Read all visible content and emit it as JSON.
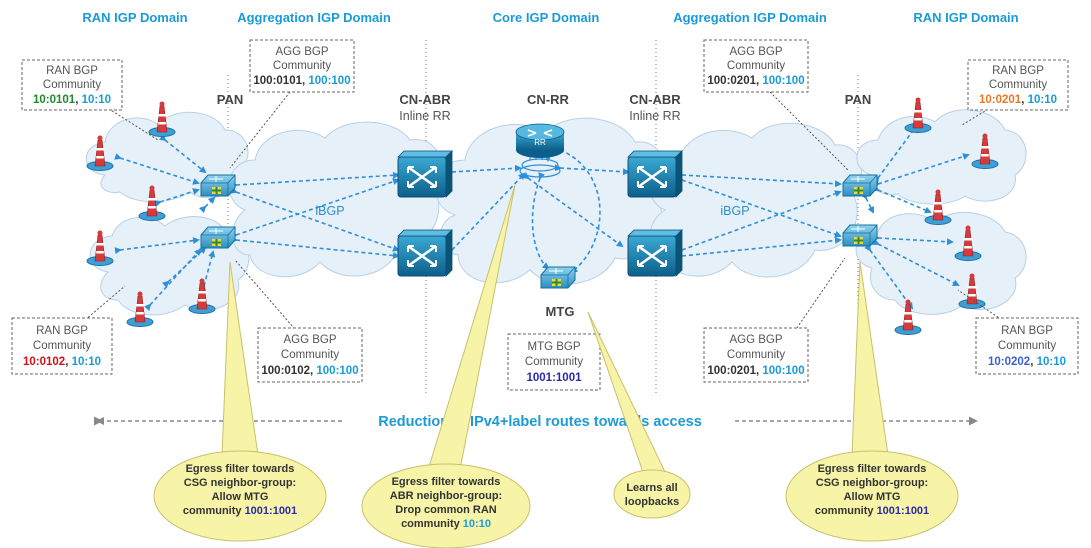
{
  "domains": {
    "ran_left": "RAN IGP Domain",
    "agg_left": "Aggregation IGP Domain",
    "core": "Core IGP Domain",
    "agg_right": "Aggregation IGP Domain",
    "ran_right": "RAN IGP Domain"
  },
  "devices": {
    "pan_left": "PAN",
    "pan_right": "PAN",
    "cn_abr_left": "CN-ABR",
    "cn_abr_left_sub": "Inline RR",
    "cn_rr": "CN-RR",
    "cn_rr_badge": "RR",
    "cn_abr_right": "CN-ABR",
    "cn_abr_right_sub": "Inline RR",
    "mtg": "MTG"
  },
  "ibgp_left": "iBGP",
  "ibgp_right": "iBGP",
  "community_boxes": {
    "ran_top_left": {
      "line1": "RAN BGP",
      "line2": "Community",
      "c1": "10:0101",
      "sep": ", ",
      "c2": "10:10",
      "c1_color": "#1e8a2e",
      "c2_color": "#1a9bd7"
    },
    "ran_bottom_left": {
      "line1": "RAN BGP",
      "line2": "Community",
      "c1": "10:0102",
      "sep": ", ",
      "c2": "10:10",
      "c1_color": "#d0121b",
      "c2_color": "#1a9bd7"
    },
    "agg_top_left": {
      "line1": "AGG BGP",
      "line2": "Community",
      "c1": "100:0101",
      "sep": ", ",
      "c2": "100:100",
      "c1_color": "#333333",
      "c2_color": "#1a9bd7"
    },
    "agg_bottom_left": {
      "line1": "AGG BGP",
      "line2": "Community",
      "c1": "100:0102",
      "sep": ", ",
      "c2": "100:100",
      "c1_color": "#333333",
      "c2_color": "#1a9bd7"
    },
    "mtg": {
      "line1": "MTG BGP",
      "line2": "Community",
      "c1": "1001:1001",
      "c1_color": "#2a2aa8"
    },
    "agg_top_right": {
      "line1": "AGG BGP",
      "line2": "Community",
      "c1": "100:0201",
      "sep": ", ",
      "c2": "100:100",
      "c1_color": "#333333",
      "c2_color": "#1a9bd7"
    },
    "agg_bottom_right": {
      "line1": "AGG BGP",
      "line2": "Community",
      "c1": "100:0201",
      "sep": ", ",
      "c2": "100:100",
      "c1_color": "#333333",
      "c2_color": "#1a9bd7"
    },
    "ran_top_right": {
      "line1": "RAN BGP",
      "line2": "Community",
      "c1": "10:0201",
      "sep": ", ",
      "c2": "10:10",
      "c1_color": "#ee7722",
      "c2_color": "#1a9bd7"
    },
    "ran_bottom_right": {
      "line1": "RAN BGP",
      "line2": "Community",
      "c1": "10:0202",
      "sep": ", ",
      "c2": "10:10",
      "c1_color": "#3a5fd6",
      "c2_color": "#1a9bd7"
    }
  },
  "reduction_label": "Reduction in IPv4+label routes towards access",
  "bubbles": {
    "left": {
      "l1": "Egress filter towards",
      "l2": "CSG neighbor-group:",
      "l3": "Allow MTG",
      "l4a": "community ",
      "l4b": "1001:1001"
    },
    "middle": {
      "l1": "Egress filter towards",
      "l2": "ABR neighbor-group:",
      "l3": "Drop common RAN",
      "l4a": "community ",
      "l4b": "10:10"
    },
    "mtg": {
      "l1": "Learns all",
      "l2": "loopbacks"
    },
    "right": {
      "l1": "Egress filter towards",
      "l2": "CSG neighbor-group:",
      "l3": "Allow MTG",
      "l4a": "community ",
      "l4b": "1001:1001"
    }
  },
  "colors": {
    "accent": "#1a9bd7",
    "bubble_fill": "#f7f4a8",
    "cloud": "#e6f0f8",
    "link": "#2e8fd8",
    "mtg_blue": "#2a2aa8"
  }
}
